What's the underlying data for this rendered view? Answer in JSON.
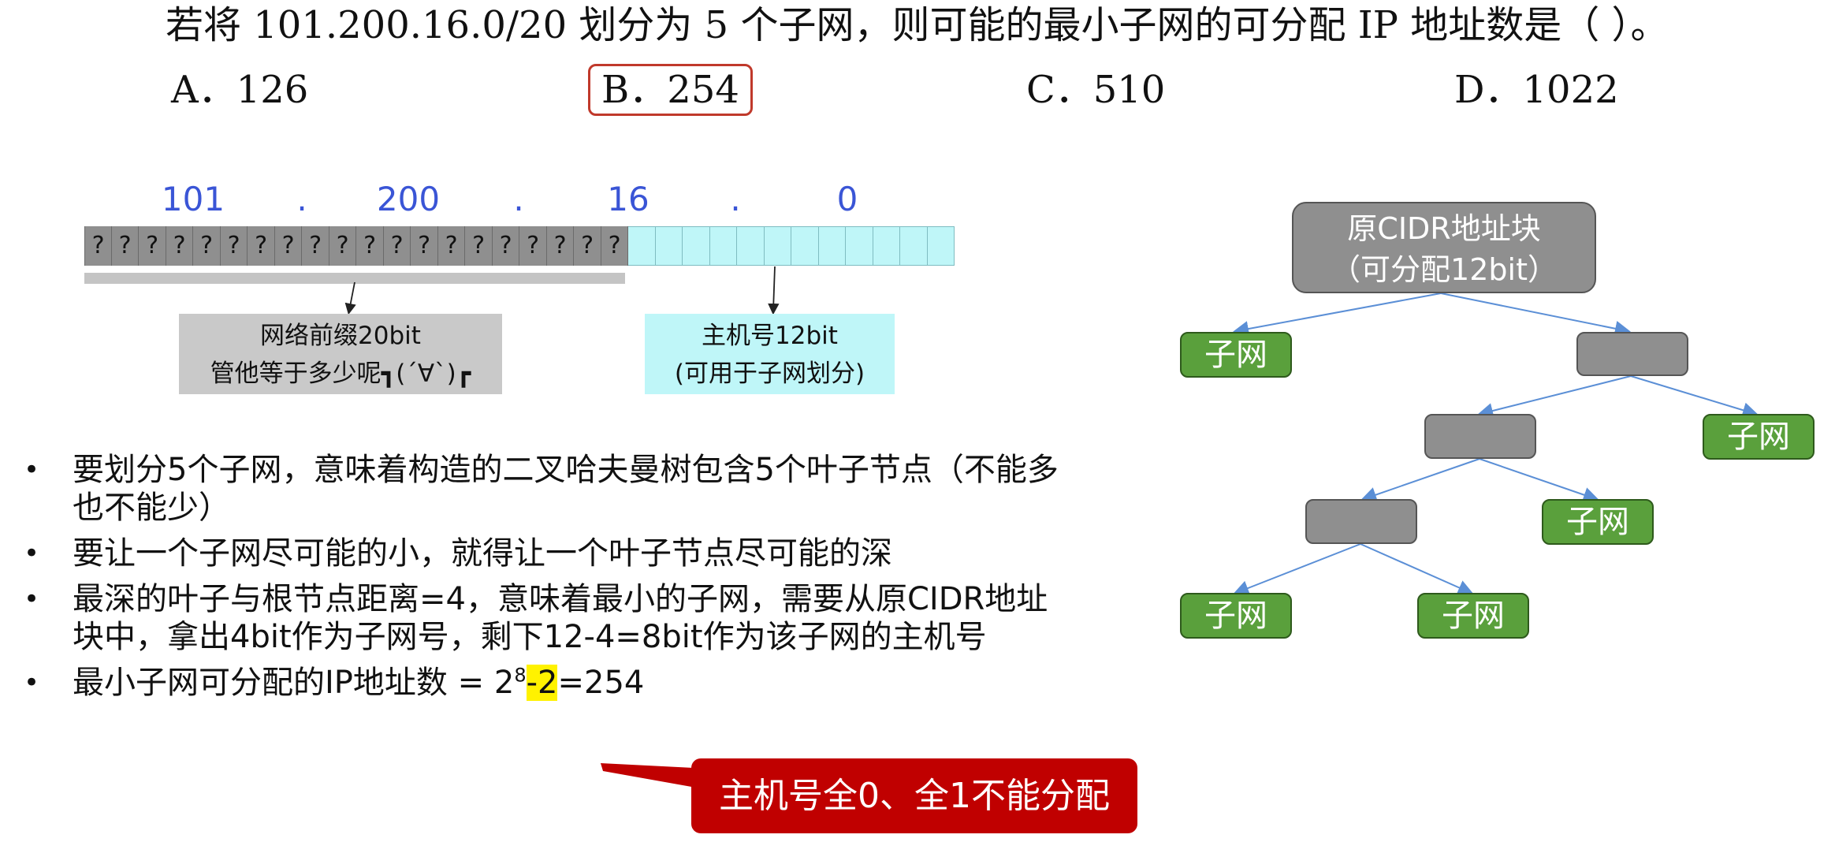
{
  "question": {
    "text": "若将 101.200.16.0/20 划分为 5 个子网，则可能的最小子网的可分配 IP 地址数是（      ）。",
    "options": [
      {
        "label": "A．126",
        "selected": false
      },
      {
        "label": "B．254",
        "selected": true
      },
      {
        "label": "C．510",
        "selected": false
      },
      {
        "label": "D．1022",
        "selected": false
      }
    ]
  },
  "ip_diagram": {
    "octets": [
      "101",
      "200",
      "16",
      "0"
    ],
    "dot": ".",
    "prefix_bit_symbol": "?",
    "prefix_bits": 20,
    "host_bits": 12,
    "prefix_callout": {
      "line1": "网络前缀20bit",
      "line2": "管他等于多少呢┓(´∀`)┏"
    },
    "host_callout": {
      "line1": "主机号12bit",
      "line2": "(可用于子网划分)"
    }
  },
  "bullets": [
    {
      "text": "要划分5个子网，意味着构造的二叉哈夫曼树包含5个叶子节点（不能多也不能少）"
    },
    {
      "text": "要让一个子网尽可能的小，就得让一个叶子节点尽可能的深"
    },
    {
      "text": "最深的叶子与根节点距离=4，意味着最小的子网，需要从原CIDR地址块中，拿出4bit作为子网号，剩下12-4=8bit作为该子网的主机号"
    },
    {
      "prefix": "最小子网可分配的IP地址数 = 2",
      "exponent": "8",
      "minus": "-",
      "highlight": "2",
      "suffix": "=254"
    }
  ],
  "note": "主机号全0、全1不能分配",
  "tree": {
    "root_line1": "原CIDR地址块",
    "root_line2": "（可分配12bit）",
    "leaf_label": "子网",
    "colors": {
      "leaf": "#5aa03c",
      "internal": "#8f8f8f",
      "edge": "#5b8fd6"
    }
  }
}
